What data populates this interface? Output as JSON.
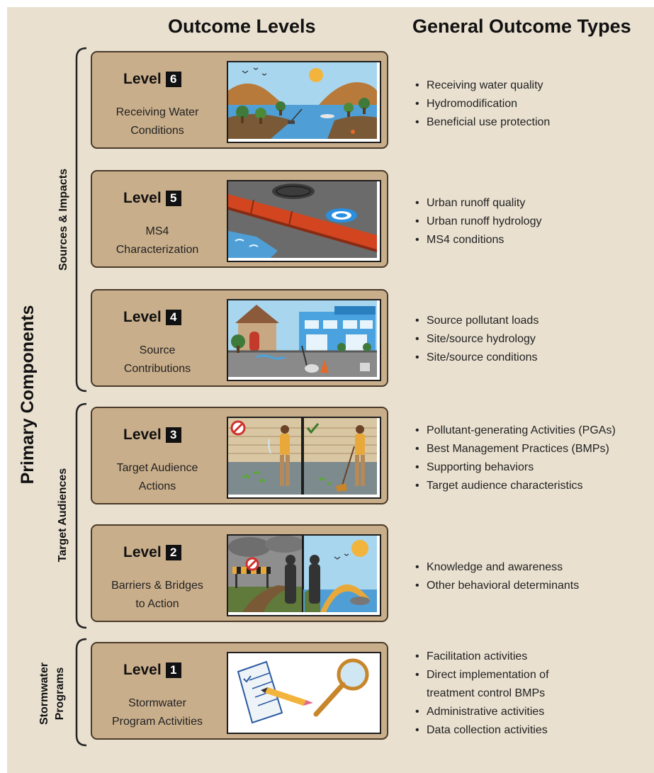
{
  "headers": {
    "outcome_levels": "Outcome Levels",
    "general_outcome_types": "General Outcome Types"
  },
  "side_labels": {
    "primary_components": "Primary Components",
    "sources_impacts": "Sources & Impacts",
    "target_audiences": "Target Audiences",
    "stormwater_programs_1": "Stormwater",
    "stormwater_programs_2": "Programs"
  },
  "level_word": "Level",
  "levels": [
    {
      "number": "6",
      "title_lines": [
        "Receiving Water",
        "Conditions"
      ],
      "outcomes": [
        "Receiving water quality",
        "Hydromodification",
        "Beneficial use protection"
      ]
    },
    {
      "number": "5",
      "title_lines": [
        "MS4",
        "Characterization"
      ],
      "outcomes": [
        "Urban runoff quality",
        "Urban runoff hydrology",
        "MS4 conditions"
      ]
    },
    {
      "number": "4",
      "title_lines": [
        "Source",
        "Contributions"
      ],
      "outcomes": [
        "Source pollutant loads",
        "Site/source hydrology",
        "Site/source conditions"
      ]
    },
    {
      "number": "3",
      "title_lines": [
        "Target Audience",
        "Actions"
      ],
      "outcomes": [
        "Pollutant-generating Activities (PGAs)",
        "Best Management Practices (BMPs)",
        "Supporting behaviors",
        "Target audience characteristics"
      ]
    },
    {
      "number": "2",
      "title_lines": [
        "Barriers & Bridges",
        "to Action"
      ],
      "outcomes": [
        "Knowledge and awareness",
        "Other behavioral determinants"
      ]
    },
    {
      "number": "1",
      "title_lines": [
        "Stormwater",
        "Program Activities"
      ],
      "outcomes": [
        "Facilitation activities",
        "Direct implementation of",
        "treatment control BMPs",
        "Administrative activities",
        "Data collection activities"
      ]
    }
  ]
}
